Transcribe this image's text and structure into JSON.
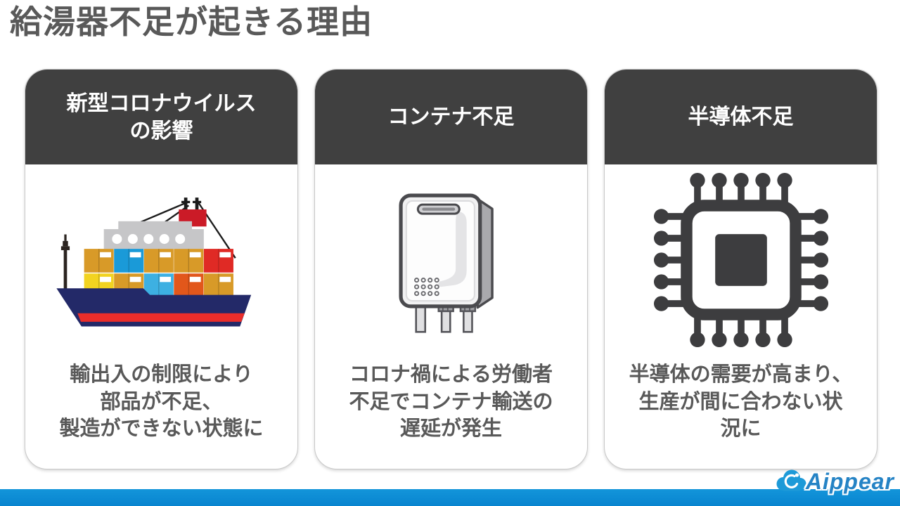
{
  "page": {
    "title": "給湯器不足が起きる理由"
  },
  "cards": [
    {
      "header": "新型コロナウイルス\nの影響",
      "body": "輸出入の制限により\n部品が不足、\n製造ができない状態に",
      "icon": "cargo-ship-icon"
    },
    {
      "header": "コンテナ不足",
      "body": "コロナ禍による労働者\n不足でコンテナ輸送の\n遅延が発生",
      "icon": "water-heater-icon"
    },
    {
      "header": "半導体不足",
      "body": "半導体の需要が高まり、\n生産が間に合わない状\n況に",
      "icon": "microchip-icon"
    }
  ],
  "footer": {
    "logo_text": "Aippear",
    "logo_icon": "cloud-icon"
  },
  "colors": {
    "card_header_bg": "#404040",
    "title_text": "#595959",
    "body_text": "#595959",
    "card_border": "#c9c9c9",
    "footer_bar": "#0a8dd6",
    "logo_blue": "#2583c5",
    "ship_hull": "#232968",
    "ship_stripe": "#ea2d2a",
    "chip_dark": "#3d3d3f"
  }
}
